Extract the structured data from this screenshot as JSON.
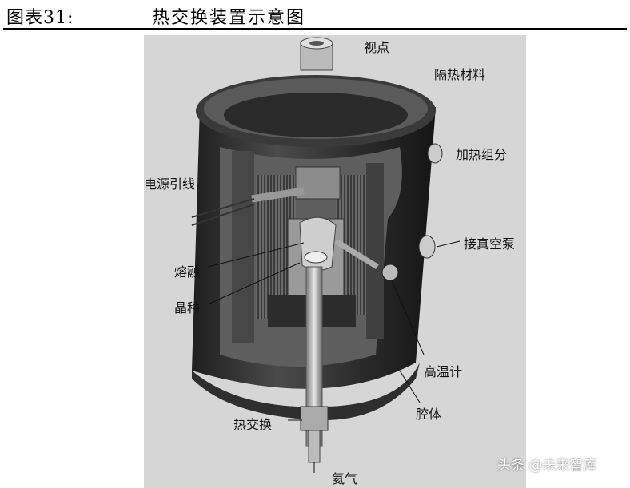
{
  "header": {
    "figure_number": "图表31:",
    "title": "热交换装置示意图"
  },
  "diagram": {
    "labels": {
      "viewpoint": "视点",
      "insulation": "隔热材料",
      "heating_element": "加热组分",
      "power_lead": "电源引线",
      "vacuum_pump": "接真空泵",
      "melt": "熔融",
      "seed_crystal": "晶种",
      "pyrometer": "高温计",
      "chamber": "腔体",
      "heat_exchanger": "热交换",
      "argon": "氦气"
    },
    "colors": {
      "background": "#d4d4d4",
      "chamber_dark": "#2b2b2b",
      "metal_light": "#bdbdbd"
    }
  },
  "watermark": "头条 @未来智库"
}
